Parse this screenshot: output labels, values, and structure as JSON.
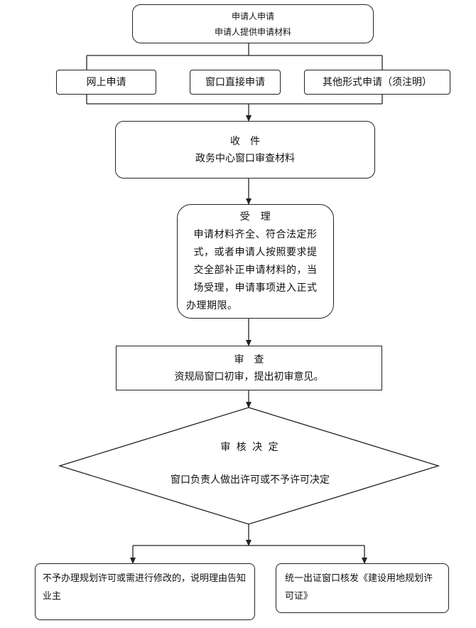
{
  "apply": {
    "title": "申请人申请",
    "subtitle": "申请人提供申请材料"
  },
  "methods": [
    "网上申请",
    "窗口直接申请",
    "其他形式申请（须注明）"
  ],
  "receive": {
    "title": "收　件",
    "text": "政务中心窗口审查材料"
  },
  "accept": {
    "title": "受　理",
    "lines": [
      "申请材料齐全、符合法定形",
      "式，或者申请人按照要求提",
      "交全部补正申请材料的，当",
      "场受理，申请事项进入正式",
      "办理期限。"
    ]
  },
  "review": {
    "title": "审　查",
    "text": "资规局窗口初审，提出初审意见。"
  },
  "decision": {
    "title": "审 核 决 定",
    "text": "窗口负责人做出许可或不予许可决定"
  },
  "outcomes": {
    "deny": "不予办理规划许可或需进行修改的，说明理由告知业主",
    "grant": "统一出证窗口核发《建设用地规划许可证》"
  }
}
